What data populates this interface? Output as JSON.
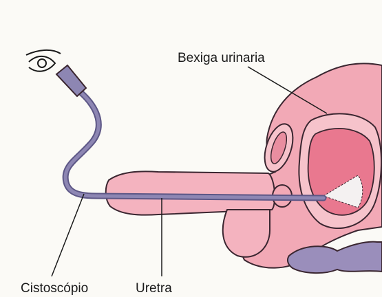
{
  "labels": {
    "bladder": "Bexiga urinaria",
    "cystoscope": "Cistoscópio",
    "urethra": "Uretra"
  },
  "colors": {
    "background": "#fbfaf6",
    "tissue": "#f2a9b6",
    "tissue_light": "#f6c3cb",
    "bladder_inner": "#e9788f",
    "outline": "#3a2630",
    "instrument": "#8d86b3",
    "instrument_dark": "#5d5786",
    "intestine": "#9a8ebb"
  }
}
